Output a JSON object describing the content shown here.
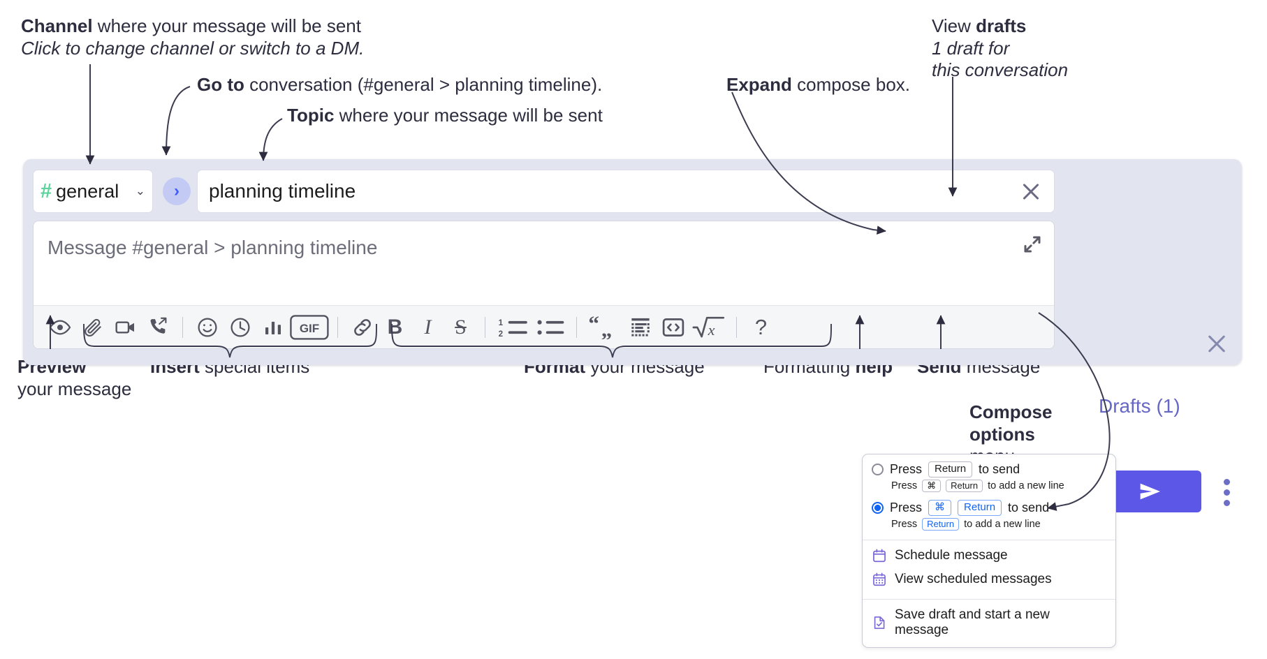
{
  "annotations": {
    "channel": {
      "bold": "Channel",
      "rest": " where your message will be sent",
      "italic": "Click to change channel or switch to a DM."
    },
    "goto": {
      "bold": "Go to",
      "rest": " conversation (#general > planning timeline)."
    },
    "topic": {
      "bold": "Topic",
      "rest": " where your message will be sent"
    },
    "expand": {
      "bold": "Expand",
      "rest": " compose box."
    },
    "drafts": {
      "plain": "View ",
      "bold": "drafts",
      "italic1": "1 draft for",
      "italic2": "this conversation"
    },
    "preview": {
      "bold": "Preview",
      "line2": "your message"
    },
    "insert": {
      "bold": "Insert",
      "rest": " special items"
    },
    "format": {
      "bold": "Format",
      "rest": " your message"
    },
    "help": {
      "plain": "Formatting ",
      "bold": "help"
    },
    "send": {
      "bold": "Send",
      "rest": " message"
    },
    "compose_options": {
      "bold1": "Compose",
      "bold2": "options",
      "plain": "menu"
    }
  },
  "compose": {
    "channel": {
      "hash": "#",
      "name": "general",
      "chevron": "⌄"
    },
    "goto_arrow": "›",
    "topic": {
      "value": "planning timeline",
      "clear_icon": "close-icon"
    },
    "message": {
      "placeholder": "Message #general > planning timeline",
      "expand_icon": "expand-icon"
    },
    "toolbar": [
      {
        "name": "preview-icon",
        "label": "Preview"
      },
      {
        "name": "attachment-icon",
        "label": "Attach file"
      },
      {
        "name": "video-icon",
        "label": "Record video clip"
      },
      {
        "name": "huddle-icon",
        "label": "Huddle"
      },
      {
        "name": "separator",
        "label": ""
      },
      {
        "name": "emoji-icon",
        "label": "Emoji"
      },
      {
        "name": "clock-icon",
        "label": "Reminder"
      },
      {
        "name": "poll-icon",
        "label": "Poll"
      },
      {
        "name": "gif-icon",
        "label": "GIF"
      },
      {
        "name": "separator",
        "label": ""
      },
      {
        "name": "link-icon",
        "label": "Link"
      },
      {
        "name": "bold-icon",
        "label": "B"
      },
      {
        "name": "italic-icon",
        "label": "I"
      },
      {
        "name": "strikethrough-icon",
        "label": "S"
      },
      {
        "name": "separator",
        "label": ""
      },
      {
        "name": "ordered-list-icon",
        "label": "Ordered list"
      },
      {
        "name": "bulleted-list-icon",
        "label": "Bulleted list"
      },
      {
        "name": "separator",
        "label": ""
      },
      {
        "name": "blockquote-icon",
        "label": "Blockquote"
      },
      {
        "name": "code-block-icon",
        "label": "Code block"
      },
      {
        "name": "code-icon",
        "label": "Code"
      },
      {
        "name": "math-icon",
        "label": "Math"
      },
      {
        "name": "separator",
        "label": ""
      },
      {
        "name": "help-icon",
        "label": "?"
      }
    ],
    "drafts_label": "Drafts (1)",
    "send_icon": "send-icon",
    "more_icon": "kebab-menu-icon",
    "close_icon": "close-icon"
  },
  "menu": {
    "options": [
      {
        "selected": false,
        "main_pre": "Press",
        "main_keys": [
          "Return"
        ],
        "main_post": "to send",
        "sub_pre": "Press",
        "sub_keys": [
          "⌘",
          "Return"
        ],
        "sub_post": "to add a new line"
      },
      {
        "selected": true,
        "main_pre": "Press",
        "main_keys": [
          "⌘",
          "Return"
        ],
        "main_post": "to send",
        "sub_pre": "Press",
        "sub_keys": [
          "Return"
        ],
        "sub_post": "to add a new line"
      }
    ],
    "items": [
      {
        "icon": "calendar-icon",
        "label": "Schedule message"
      },
      {
        "icon": "calendar-grid-icon",
        "label": "View scheduled messages"
      },
      {
        "icon": "save-draft-icon",
        "label": "Save draft and start a new message"
      }
    ]
  },
  "colors": {
    "widget_bg": "#e2e4f0",
    "accent_purple": "#5c57e6",
    "drafts_text": "#6667c4",
    "hash_green": "#5bd39a",
    "goto_blue": "#3d5afe",
    "menu_blue": "#1264f5",
    "menu_icon_purple": "#7b68d6",
    "annotation_text": "#2d2d3f"
  }
}
